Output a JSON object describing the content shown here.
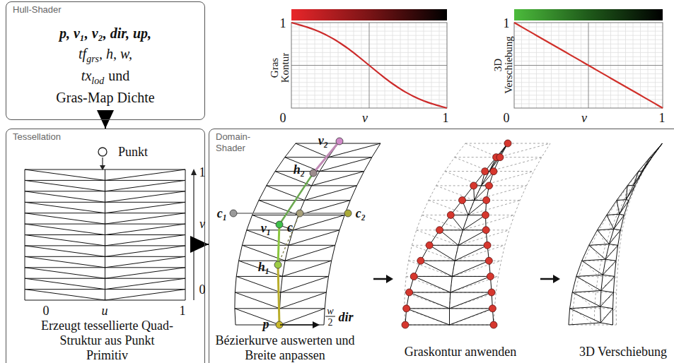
{
  "diagram": {
    "nodes": [
      {
        "text": [
          "Hull-Shader",
          "p, v₁, v₂, dir, up,",
          "tf",
          "grs",
          ", h, w,",
          "tx",
          "lod",
          "und",
          "Gras-Map Dichte"
        ]
      },
      {
        "text": [
          "Tessellation",
          "Erzeugt tessellierte Quad-Struktur aus Punkt Primitiv"
        ]
      },
      {
        "text": [
          "Domain-Shader",
          "Bézierkurve auswerten und Breite anpassen",
          "Graskontur anwenden",
          "3D Verschiebung"
        ]
      }
    ],
    "edges": [
      {
        "from": 0,
        "to": 1,
        "arrow": "to"
      },
      {
        "from": 1,
        "to": 2,
        "arrow": "to"
      }
    ],
    "labels": [
      "Punkt",
      "1",
      "v",
      "0",
      "0",
      "u",
      "1",
      "v₂",
      "h₂",
      "c₁",
      "v₁",
      "c",
      "c₂",
      "h₁",
      "p",
      "w",
      "2",
      "dir",
      "Gras Kontur",
      "1",
      "0",
      "v",
      "1",
      "3D Verschiebung",
      "1",
      "0",
      "v",
      "1"
    ]
  }
}
